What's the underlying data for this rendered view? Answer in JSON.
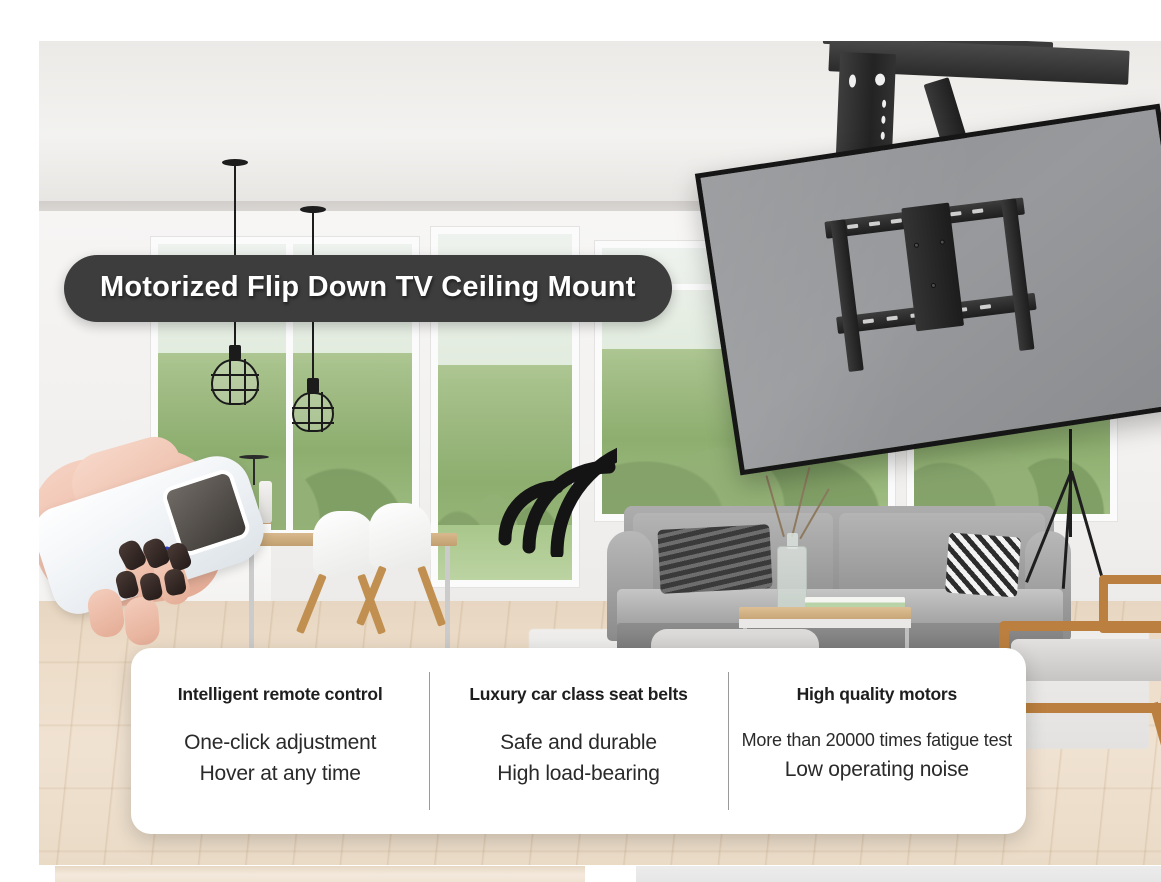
{
  "hero": {
    "title": "Motorized Flip Down TV Ceiling Mount",
    "scene_description": "Modern living room with gray sofa, wooden floor and a motorized ceiling TV mount flipping down from the ceiling",
    "accent_pill_color": "#3d3d3d",
    "title_text_color": "#ffffff"
  },
  "product": {
    "tv_label": "flat-screen-tv",
    "mount_label": "motorized-ceiling-mount",
    "remote_label": "wireless-remote-control",
    "signal_label": "wireless-signal-waves"
  },
  "features": {
    "columns": [
      {
        "heading": "Intelligent remote control",
        "lines": [
          "One-click adjustment",
          "Hover at any time"
        ],
        "small": false
      },
      {
        "heading": "Luxury car class seat belts",
        "lines": [
          "Safe and durable",
          "High load-bearing"
        ],
        "small": false
      },
      {
        "heading": "High quality motors",
        "lines": [
          "More than 20000 times fatigue test",
          "Low operating noise"
        ],
        "small": true
      }
    ],
    "card_background": "#ffffff",
    "divider_color": "#9a9a9a"
  },
  "bottom_strips": {
    "left_color": "#efe3d3",
    "right_color": "#ececec"
  }
}
